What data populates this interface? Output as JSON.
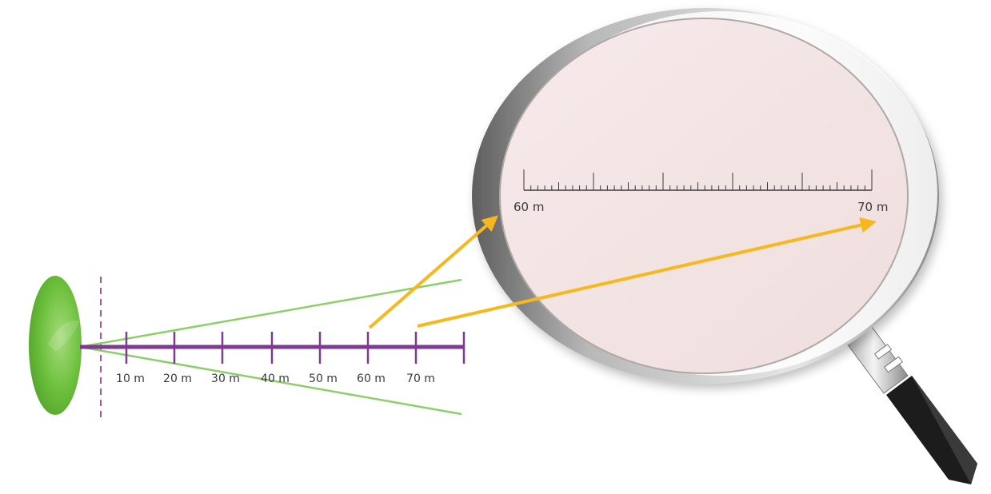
{
  "diagram": {
    "distance_scale": {
      "labels": [
        "10 m",
        "20 m",
        "30 m",
        "40 m",
        "50 m",
        "60 m",
        "70 m"
      ]
    },
    "magnified_scale": {
      "start_label": "60 m",
      "end_label": "70 m",
      "minor_divisions": 50
    },
    "colors": {
      "eye": "#6cbf3c",
      "scale_line": "#7e3a8e",
      "sight_lines": "#8ccf6a",
      "arrows": "#f6b81c",
      "lens_glass": "#f3e4e4",
      "lens_rim": "#9a9a9a"
    },
    "icons": [
      "eye-icon",
      "magnifying-glass-icon"
    ]
  }
}
